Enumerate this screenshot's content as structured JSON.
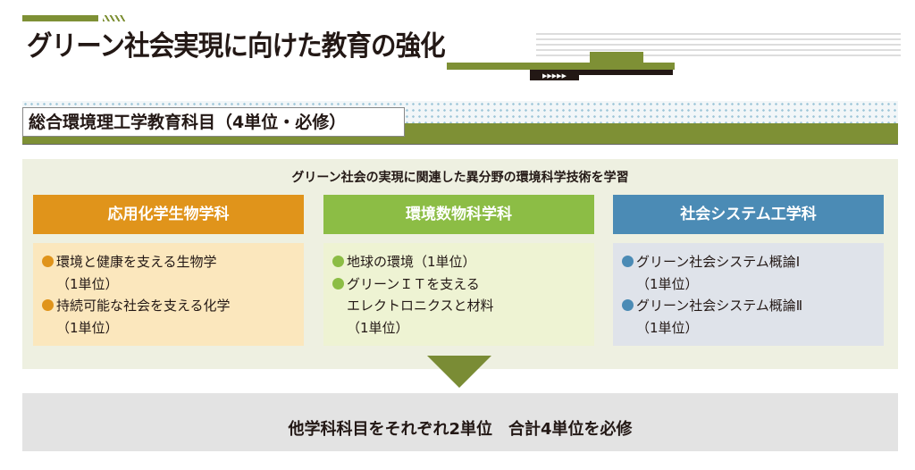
{
  "title": "グリーン社会実現に向けた教育の強化",
  "header_label": "総合環境理工学教育科目（4単位・必修）",
  "subtitle": "グリーン社会の実現に関連した異分野の環境科学技術を学習",
  "colors": {
    "orange": "#e0941b",
    "green": "#8cbd45",
    "blue": "#4b8bb5",
    "olive": "#7e9035"
  },
  "departments": [
    {
      "name": "応用化学生物学科",
      "courses": [
        {
          "name": "環境と健康を支える生物学",
          "units": "（1単位）"
        },
        {
          "name": "持続可能な社会を支える化学",
          "units": "（1単位）"
        }
      ]
    },
    {
      "name": "環境数物科学科",
      "courses": [
        {
          "name": "地球の環境（1単位）"
        },
        {
          "name": "グリーンＩＴを支える",
          "name2": "エレクトロニクスと材料",
          "units": "（1単位）"
        }
      ]
    },
    {
      "name": "社会システム工学科",
      "courses": [
        {
          "name": "グリーン社会システム概論Ⅰ",
          "units": "（1単位）"
        },
        {
          "name": "グリーン社会システム概論Ⅱ",
          "units": "（1単位）"
        }
      ]
    }
  ],
  "bottom": "他学科科目をそれぞれ2単位　合計4単位を必修"
}
